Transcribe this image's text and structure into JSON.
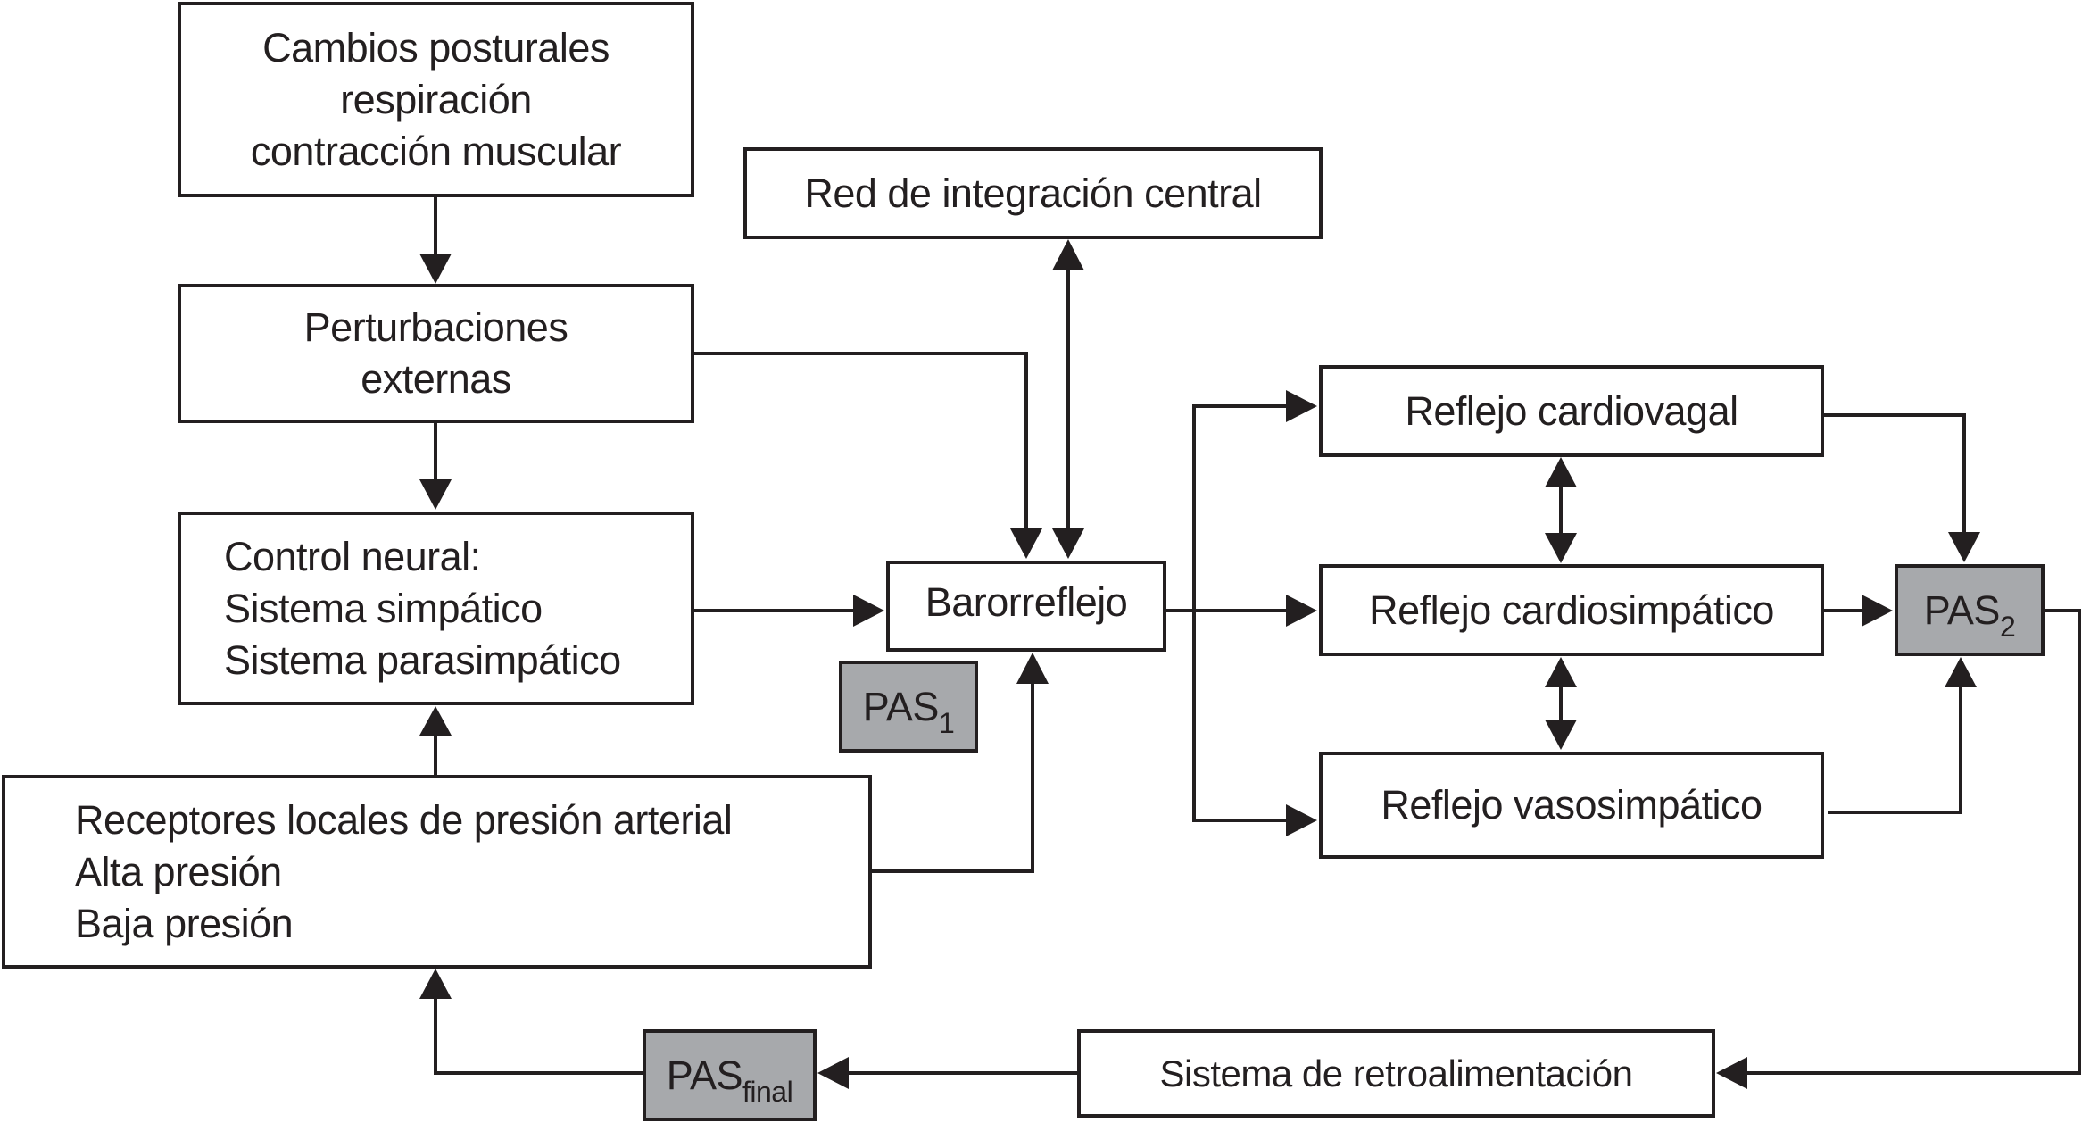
{
  "colors": {
    "line": "#231f20",
    "box_fill": "#ffffff",
    "pas_fill": "#a7a9ac"
  },
  "nodes": {
    "cambios": {
      "lines": [
        "Cambios posturales",
        "respiración",
        "contracción muscular"
      ]
    },
    "perturbaciones": {
      "lines": [
        "Perturbaciones",
        "externas"
      ]
    },
    "control_neural": {
      "lines": [
        "Control neural:",
        "Sistema simpático",
        "Sistema parasimpático"
      ]
    },
    "receptores": {
      "lines": [
        "Receptores locales de presión arterial",
        "Alta presión",
        "Baja presión"
      ]
    },
    "red_integracion": {
      "label": "Red de integración central"
    },
    "barorreflejo": {
      "label": "Barorreflejo"
    },
    "pas1": {
      "base": "PAS",
      "sub": "1"
    },
    "cardiovagal": {
      "label": "Reflejo cardiovagal"
    },
    "cardiosimpatico": {
      "label": "Reflejo cardiosimpático"
    },
    "vasosimpatico": {
      "label": "Reflejo vasosimpático"
    },
    "pas2": {
      "base": "PAS",
      "sub": "2"
    },
    "retroalimentacion": {
      "label": "Sistema de retroalimentación"
    },
    "pas_final": {
      "base": "PAS",
      "sub": "final"
    }
  },
  "edges": [
    {
      "from": "cambios",
      "to": "perturbaciones",
      "direction": "forward"
    },
    {
      "from": "perturbaciones",
      "to": "control_neural",
      "direction": "forward"
    },
    {
      "from": "perturbaciones",
      "to": "barorreflejo",
      "direction": "forward"
    },
    {
      "from": "red_integracion",
      "to": "barorreflejo",
      "direction": "both"
    },
    {
      "from": "control_neural",
      "to": "barorreflejo",
      "direction": "forward"
    },
    {
      "from": "receptores",
      "to": "control_neural",
      "direction": "forward"
    },
    {
      "from": "receptores",
      "to": "barorreflejo",
      "direction": "forward"
    },
    {
      "from": "barorreflejo",
      "to": "cardiovagal",
      "direction": "forward"
    },
    {
      "from": "barorreflejo",
      "to": "cardiosimpatico",
      "direction": "forward"
    },
    {
      "from": "barorreflejo",
      "to": "vasosimpatico",
      "direction": "forward"
    },
    {
      "from": "cardiovagal",
      "to": "cardiosimpatico",
      "direction": "both"
    },
    {
      "from": "cardiosimpatico",
      "to": "vasosimpatico",
      "direction": "both"
    },
    {
      "from": "cardiovagal",
      "to": "pas2",
      "direction": "forward"
    },
    {
      "from": "cardiosimpatico",
      "to": "pas2",
      "direction": "forward"
    },
    {
      "from": "vasosimpatico",
      "to": "pas2",
      "direction": "forward"
    },
    {
      "from": "pas2",
      "to": "retroalimentacion",
      "direction": "forward"
    },
    {
      "from": "retroalimentacion",
      "to": "pas_final",
      "direction": "forward"
    },
    {
      "from": "pas_final",
      "to": "receptores",
      "direction": "forward"
    }
  ]
}
